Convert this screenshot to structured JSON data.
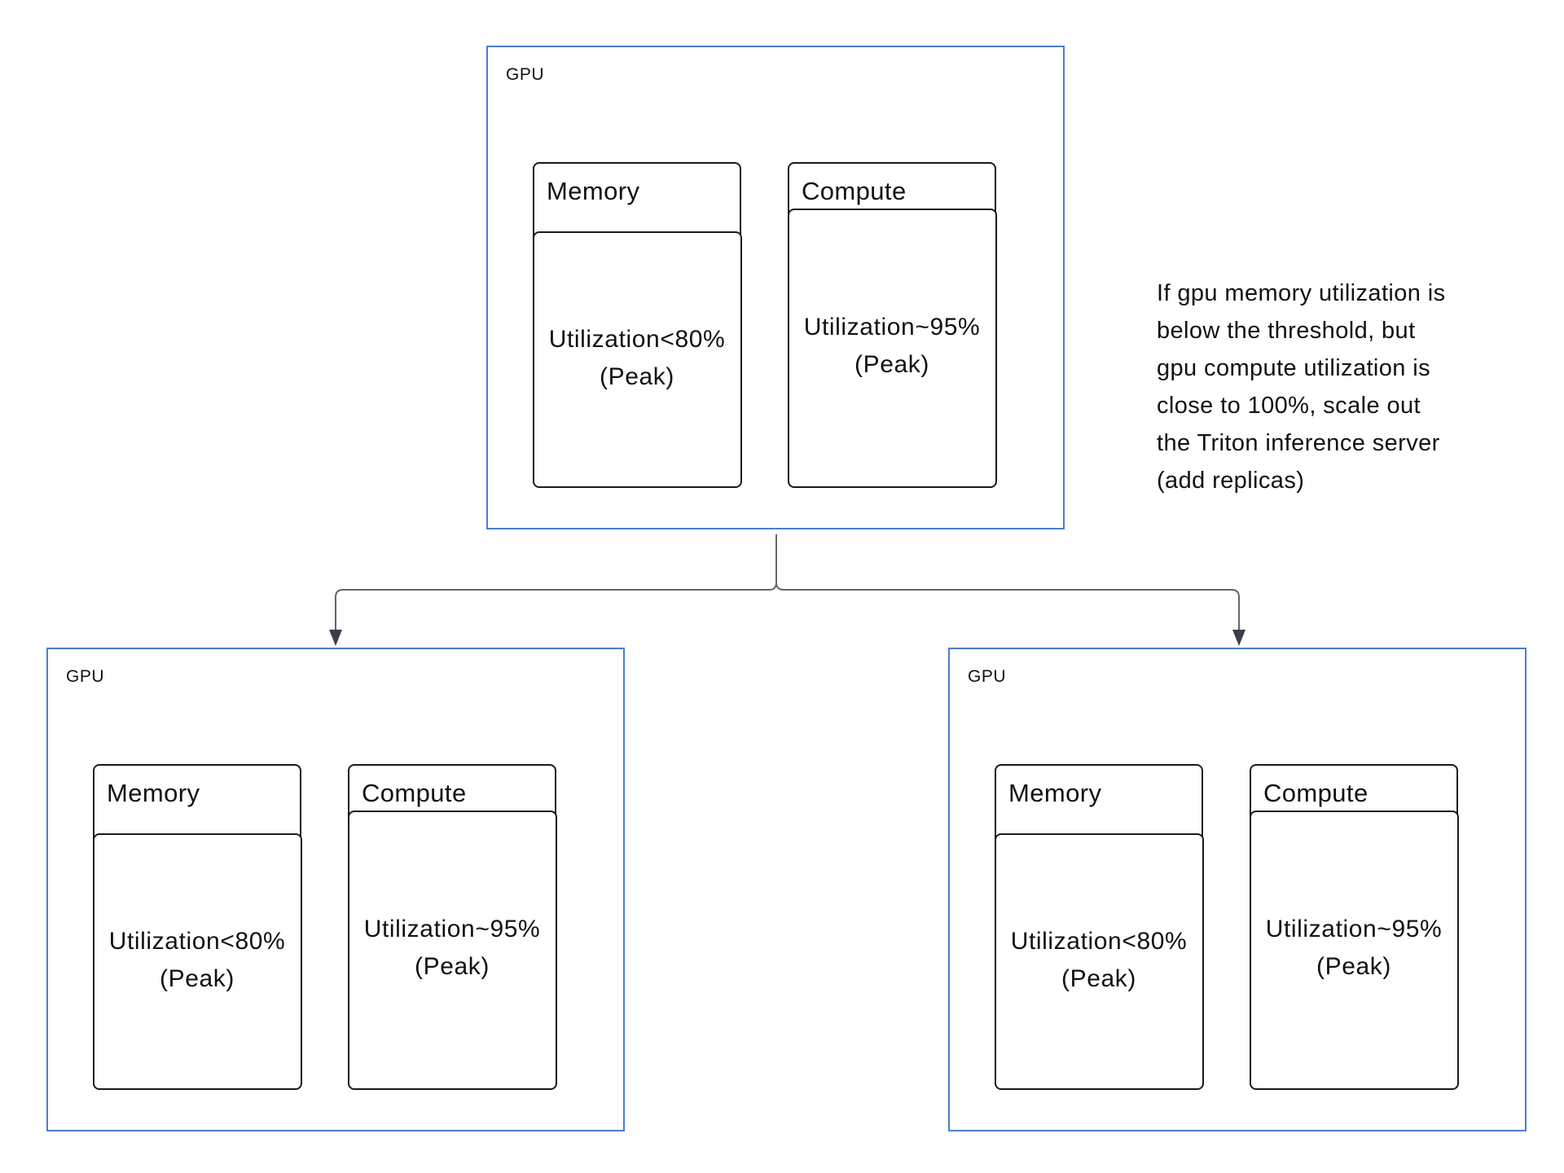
{
  "diagram": {
    "top_gpu": {
      "label": "GPU",
      "memory": {
        "title": "Memory",
        "value_line1": "Utilization<80%",
        "value_line2": "(Peak)"
      },
      "compute": {
        "title": "Compute",
        "value_line1": "Utilization~95%",
        "value_line2": "(Peak)"
      }
    },
    "left_gpu": {
      "label": "GPU",
      "memory": {
        "title": "Memory",
        "value_line1": "Utilization<80%",
        "value_line2": "(Peak)"
      },
      "compute": {
        "title": "Compute",
        "value_line1": "Utilization~95%",
        "value_line2": "(Peak)"
      }
    },
    "right_gpu": {
      "label": "GPU",
      "memory": {
        "title": "Memory",
        "value_line1": "Utilization<80%",
        "value_line2": "(Peak)"
      },
      "compute": {
        "title": "Compute",
        "value_line1": "Utilization~95%",
        "value_line2": "(Peak)"
      }
    },
    "note": "If gpu memory utilization is below the threshold, but gpu compute utilization is close to 100%, scale out the Triton inference server (add replicas)"
  },
  "colors": {
    "gpu_border": "#4a7fd0",
    "card_border": "#1a1a1a",
    "connector": "#666666",
    "arrowhead": "#3a3f4a"
  }
}
